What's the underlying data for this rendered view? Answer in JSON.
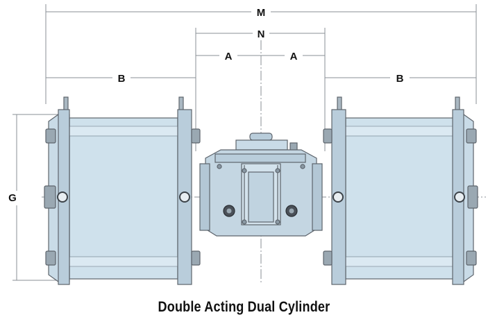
{
  "diagram": {
    "labels": {
      "M": "M",
      "N": "N",
      "A_left": "A",
      "A_right": "A",
      "B_left": "B",
      "B_right": "B",
      "G": "G"
    },
    "caption": "Double Acting Dual Cylinder",
    "colors": {
      "line": "#8a8f96",
      "cylinder_fill": "#cfe1ec",
      "cylinder_band": "#dbe9f2",
      "plate_fill": "#c9dbe7",
      "body_fill": "#c4d6e2",
      "dark": "#444a52"
    }
  }
}
